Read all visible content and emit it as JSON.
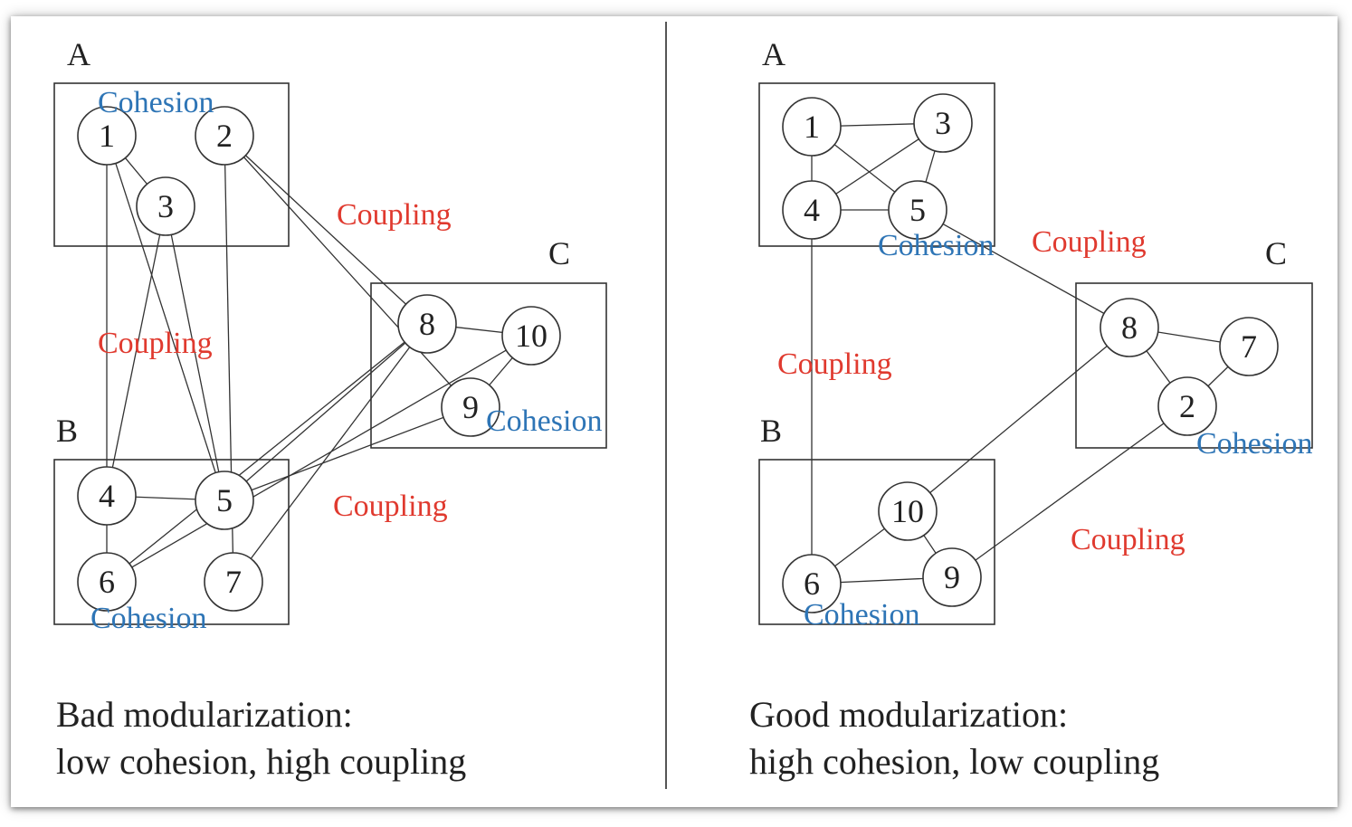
{
  "colors": {
    "cohesion": "#2e75b6",
    "coupling": "#e03a2f",
    "ink": "#333333"
  },
  "bad": {
    "caption_line1": "Bad modularization:",
    "caption_line2": "low cohesion, high coupling",
    "modules": [
      {
        "id": "A",
        "label": "A"
      },
      {
        "id": "B",
        "label": "B"
      },
      {
        "id": "C",
        "label": "C"
      }
    ],
    "nodes": [
      "1",
      "2",
      "3",
      "4",
      "5",
      "6",
      "7",
      "8",
      "9",
      "10"
    ],
    "edges": [
      [
        "1",
        "3"
      ],
      [
        "1",
        "4"
      ],
      [
        "1",
        "5"
      ],
      [
        "2",
        "7"
      ],
      [
        "2",
        "8"
      ],
      [
        "2",
        "9"
      ],
      [
        "3",
        "4"
      ],
      [
        "3",
        "5"
      ],
      [
        "4",
        "5"
      ],
      [
        "4",
        "6"
      ],
      [
        "5",
        "8"
      ],
      [
        "6",
        "8"
      ],
      [
        "6",
        "10"
      ],
      [
        "7",
        "8"
      ],
      [
        "8",
        "10"
      ],
      [
        "9",
        "10"
      ],
      [
        "5",
        "9"
      ]
    ],
    "annotations": {
      "cohesion_a": "Cohesion",
      "cohesion_b": "Cohesion",
      "cohesion_c": "Cohesion",
      "coupling_1": "Coupling",
      "coupling_2": "Coupling",
      "coupling_3": "Coupling"
    }
  },
  "good": {
    "caption_line1": "Good modularization:",
    "caption_line2": "high cohesion, low coupling",
    "modules": [
      {
        "id": "A",
        "label": "A"
      },
      {
        "id": "B",
        "label": "B"
      },
      {
        "id": "C",
        "label": "C"
      }
    ],
    "nodes": [
      "1",
      "3",
      "4",
      "5",
      "6",
      "9",
      "10",
      "8",
      "7",
      "2"
    ],
    "edges": [
      [
        "1",
        "3"
      ],
      [
        "1",
        "4"
      ],
      [
        "1",
        "5"
      ],
      [
        "3",
        "4"
      ],
      [
        "3",
        "5"
      ],
      [
        "4",
        "5"
      ],
      [
        "4",
        "6"
      ],
      [
        "5",
        "8"
      ],
      [
        "8",
        "7"
      ],
      [
        "8",
        "2"
      ],
      [
        "7",
        "2"
      ],
      [
        "8",
        "10"
      ],
      [
        "6",
        "10"
      ],
      [
        "6",
        "9"
      ],
      [
        "10",
        "9"
      ],
      [
        "9",
        "2"
      ]
    ],
    "annotations": {
      "cohesion_a": "Cohesion",
      "cohesion_b": "Cohesion",
      "cohesion_c": "Cohesion",
      "coupling_1": "Coupling",
      "coupling_2": "Coupling",
      "coupling_3": "Coupling"
    }
  }
}
